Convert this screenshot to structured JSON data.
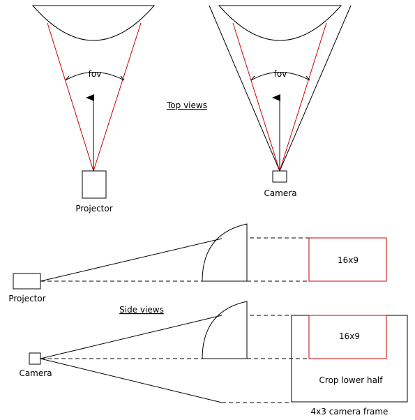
{
  "colors": {
    "lines": "#000000",
    "projection_rays": "#cc0000",
    "background": "#ffffff"
  },
  "top_views": {
    "heading": "Top views",
    "projector_view": {
      "device_label": "Projector",
      "angle_label": "fov"
    },
    "camera_view": {
      "device_label": "Camera",
      "angle_label": "fov"
    }
  },
  "side_views": {
    "heading": "Side views",
    "projector_view": {
      "device_label": "Projector",
      "frame_label": "16x9"
    },
    "camera_view": {
      "device_label": "Camera",
      "frame_label": "16x9",
      "crop_label": "Crop lower half",
      "camera_frame_label": "4x3 camera frame"
    }
  }
}
